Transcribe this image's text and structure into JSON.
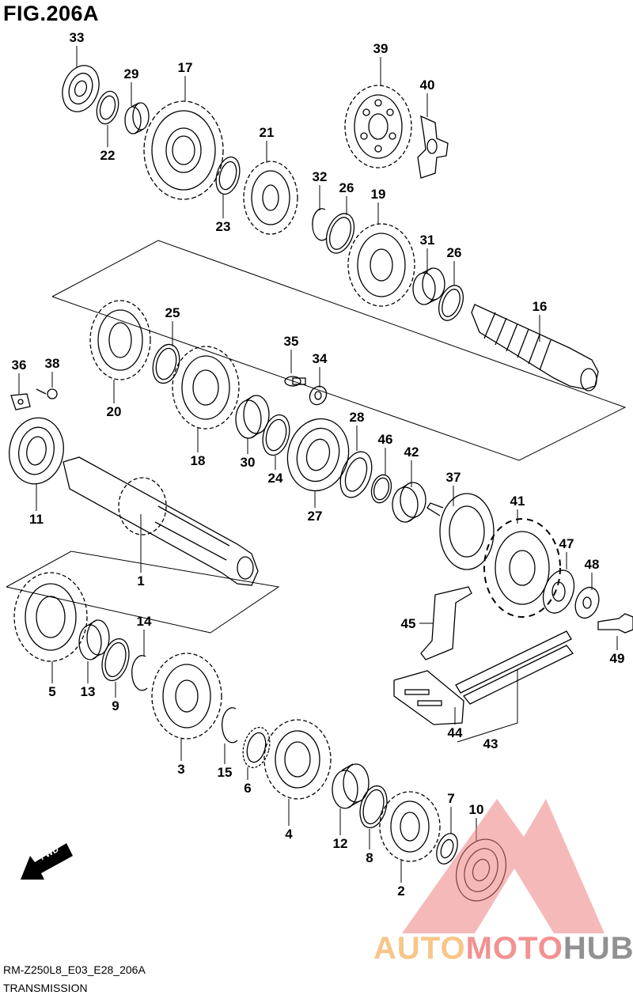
{
  "figure": {
    "title": "FIG.206A"
  },
  "footer": {
    "code": "RM-Z250L8_E03_E28_206A",
    "name": "TRANSMISSION"
  },
  "direction_marker": {
    "label": "FWD"
  },
  "watermark": {
    "part1": "AUTO",
    "part2": "MOTO",
    "part3": "HUB",
    "colors": {
      "auto": "#f5b461",
      "moto": "#ef6d6d",
      "hub": "#6d6d6d",
      "logo": "#ef8080"
    }
  },
  "parts": [
    {
      "number": "33"
    },
    {
      "number": "29"
    },
    {
      "number": "17"
    },
    {
      "number": "22"
    },
    {
      "number": "39"
    },
    {
      "number": "40"
    },
    {
      "number": "21"
    },
    {
      "number": "32"
    },
    {
      "number": "26"
    },
    {
      "number": "19"
    },
    {
      "number": "23"
    },
    {
      "number": "31"
    },
    {
      "number": "26"
    },
    {
      "number": "16"
    },
    {
      "number": "25"
    },
    {
      "number": "35"
    },
    {
      "number": "34"
    },
    {
      "number": "36"
    },
    {
      "number": "38"
    },
    {
      "number": "20"
    },
    {
      "number": "28"
    },
    {
      "number": "46"
    },
    {
      "number": "42"
    },
    {
      "number": "18"
    },
    {
      "number": "30"
    },
    {
      "number": "24"
    },
    {
      "number": "37"
    },
    {
      "number": "11"
    },
    {
      "number": "27"
    },
    {
      "number": "41"
    },
    {
      "number": "47"
    },
    {
      "number": "48"
    },
    {
      "number": "1"
    },
    {
      "number": "45"
    },
    {
      "number": "14"
    },
    {
      "number": "49"
    },
    {
      "number": "5"
    },
    {
      "number": "13"
    },
    {
      "number": "9"
    },
    {
      "number": "44"
    },
    {
      "number": "43"
    },
    {
      "number": "3"
    },
    {
      "number": "15"
    },
    {
      "number": "6"
    },
    {
      "number": "4"
    },
    {
      "number": "7"
    },
    {
      "number": "10"
    },
    {
      "number": "12"
    },
    {
      "number": "8"
    },
    {
      "number": "2"
    }
  ]
}
